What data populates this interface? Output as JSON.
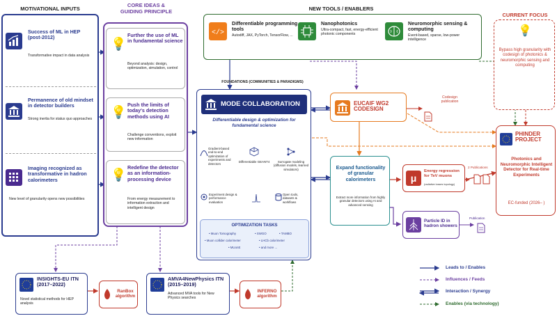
{
  "headers": {
    "motivational": "MOTIVATIONAL INPUTS",
    "core": "CORE IDEAS &\nGUIDING PRINCIPLE",
    "tools": "NEW TOOLS / ENABLERS",
    "focus": "CURRENT FOCUS",
    "foundations": "FOUNDATIONS (COMMUNITIES & PARADIGMS)"
  },
  "motivational": [
    {
      "title": "Success of ML in HEP (post-2012)",
      "desc": "Transformative impact in data analysis"
    },
    {
      "title": "Permanence of old mindset in detector builders",
      "desc": "Strong inertia for status quo approaches"
    },
    {
      "title": "Imaging recognized as transformative in hadron calorimeters",
      "desc": "New level of granularity opens new possibilities"
    }
  ],
  "core": [
    {
      "title": "Further the use of ML in fundamental science",
      "desc": "Beyond analysis: design, optimization, simulation, control"
    },
    {
      "title": "Push the limits of today's detection methods using AI",
      "desc": "Challenge conventions, exploit new information"
    },
    {
      "title": "Redefine the detector as an information-processing device",
      "desc": "From energy measurement to information extraction and intelligent design"
    }
  ],
  "tools": [
    {
      "title": "Differentiable programming tools",
      "desc": "Autodiff, JAX, PyTorch, TensorFlow, ...",
      "color": "#f07d1a"
    },
    {
      "title": "Nanophotonics",
      "desc": "Ultra-compact, fast, energy-efficient photonic components",
      "color": "#2e8b3a"
    },
    {
      "title": "Neuromorphic sensing & computing",
      "desc": "Event-based, sparse, low-power intelligence",
      "color": "#2e8b3a"
    }
  ],
  "mode": {
    "title": "MODE COLLABORATION",
    "subtitle": "Differentiable design & optimization for fundamental science",
    "cells": [
      "Gradient-based end-to-end optimization of experiments and detectors",
      "Differentiable GEANT4",
      "Surrogate modeling (diffusion models, learned simulators)",
      "Experiment design & performance evaluation",
      "",
      "Open tools, datasets & workflows"
    ],
    "tasks_title": "OPTIMIZATION TASKS",
    "tasks": [
      "Muon Tomography",
      "SWGO",
      "TAMBO",
      "Muon collider calorimeter",
      "LHCb calorimeter",
      "MUonE",
      "and more ..."
    ]
  },
  "eucaif": {
    "title": "EUCAIF WG2 CODESIGN",
    "pub": "Codesign publication"
  },
  "expand": {
    "title": "Expand functionality of granular calorimeters",
    "desc": "Extract more information from highly granular detectors using AI and advanced sensing"
  },
  "energy": {
    "title": "Energy regression for TeV muons",
    "sub": "(radiative losses topology)",
    "pubs": "2 Publications",
    "symbol": "μ"
  },
  "pid": {
    "title": "Particle ID in hadron showers",
    "pub": "Publication"
  },
  "focus": {
    "bullet": "Bypass high granularity with codesign of photonics & neuromorphic sensing and computing"
  },
  "phinder": {
    "title": "PHINDER PROJECT",
    "desc": "Photonics and Neuromorphic Intelligent Detector for Real-time Experiments",
    "funding": "EC-funded (2026– )"
  },
  "bottom": [
    {
      "title": "INSIGHTS-EU ITN (2017–2022)",
      "desc": "Novel statistical methods for HEP analysis",
      "algo": "RanBox algorithm"
    },
    {
      "title": "AMVA4NewPhysics ITN (2015–2019)",
      "desc": "Advanced MVA tools for New Physics searches",
      "algo": "INFERNO algorithm"
    }
  ],
  "legend": [
    {
      "label": "Leads to / Enables",
      "color": "#2a3b8f",
      "style": "solid"
    },
    {
      "label": "Influences / Feeds",
      "color": "#6b3fa0",
      "style": "dashed"
    },
    {
      "label": "Interaction / Synergy",
      "color": "#2a3b8f",
      "style": "double"
    },
    {
      "label": "Enables (via technology)",
      "color": "#2e6b2e",
      "style": "dashed"
    }
  ]
}
